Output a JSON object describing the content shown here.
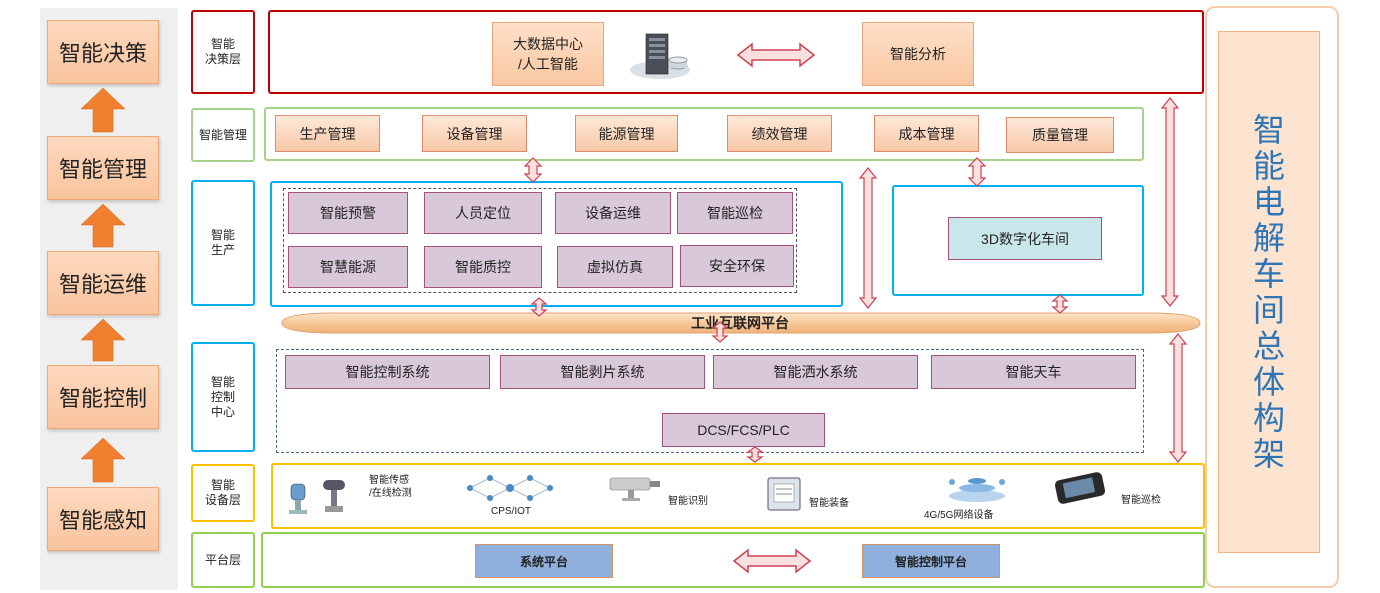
{
  "left_column": {
    "items": [
      "智能决策",
      "智能管理",
      "智能运维",
      "智能控制",
      "智能感知"
    ]
  },
  "layers": {
    "decision": {
      "label": "智能\n决策层",
      "big_data": "大数据中心\n/人工智能",
      "analysis": "智能分析"
    },
    "management": {
      "label": "智能管理",
      "items": [
        "生产管理",
        "设备管理",
        "能源管理",
        "绩效管理",
        "成本管理",
        "质量管理"
      ]
    },
    "production": {
      "label": "智能\n生产",
      "items": [
        "智能预警",
        "人员定位",
        "设备运维",
        "智能巡检",
        "智慧能源",
        "智能质控",
        "虚拟仿真",
        "安全环保"
      ],
      "digital_workshop": "3D数字化车间"
    },
    "platform_bar": "工业互联网平台",
    "control": {
      "label": "智能\n控制\n中心",
      "items": [
        "智能控制系统",
        "智能剥片系统",
        "智能洒水系统",
        "智能天车"
      ],
      "dcs": "DCS/FCS/PLC"
    },
    "devices": {
      "label": "智能\n设备层",
      "items": [
        "智能传感\n/在线检测",
        "CPS/IOT",
        "智能识别",
        "智能装备",
        "4G/5G网络设备",
        "智能巡检"
      ]
    },
    "platform": {
      "label": "平台层",
      "system": "系统平台",
      "control_platform": "智能控制平台"
    }
  },
  "right_title": "智\n能\n电\n解\n车\n间\n总\n体\n构\n架",
  "colors": {
    "decision_border": "#c00000",
    "management_border": "#a9d18e",
    "production_border": "#00b0f0",
    "control_border": "#00b0f0",
    "devices_border": "#ffc000",
    "platform_border": "#92d050",
    "right_title_color": "#2e75b6",
    "orange_arrow": "#f08030"
  }
}
